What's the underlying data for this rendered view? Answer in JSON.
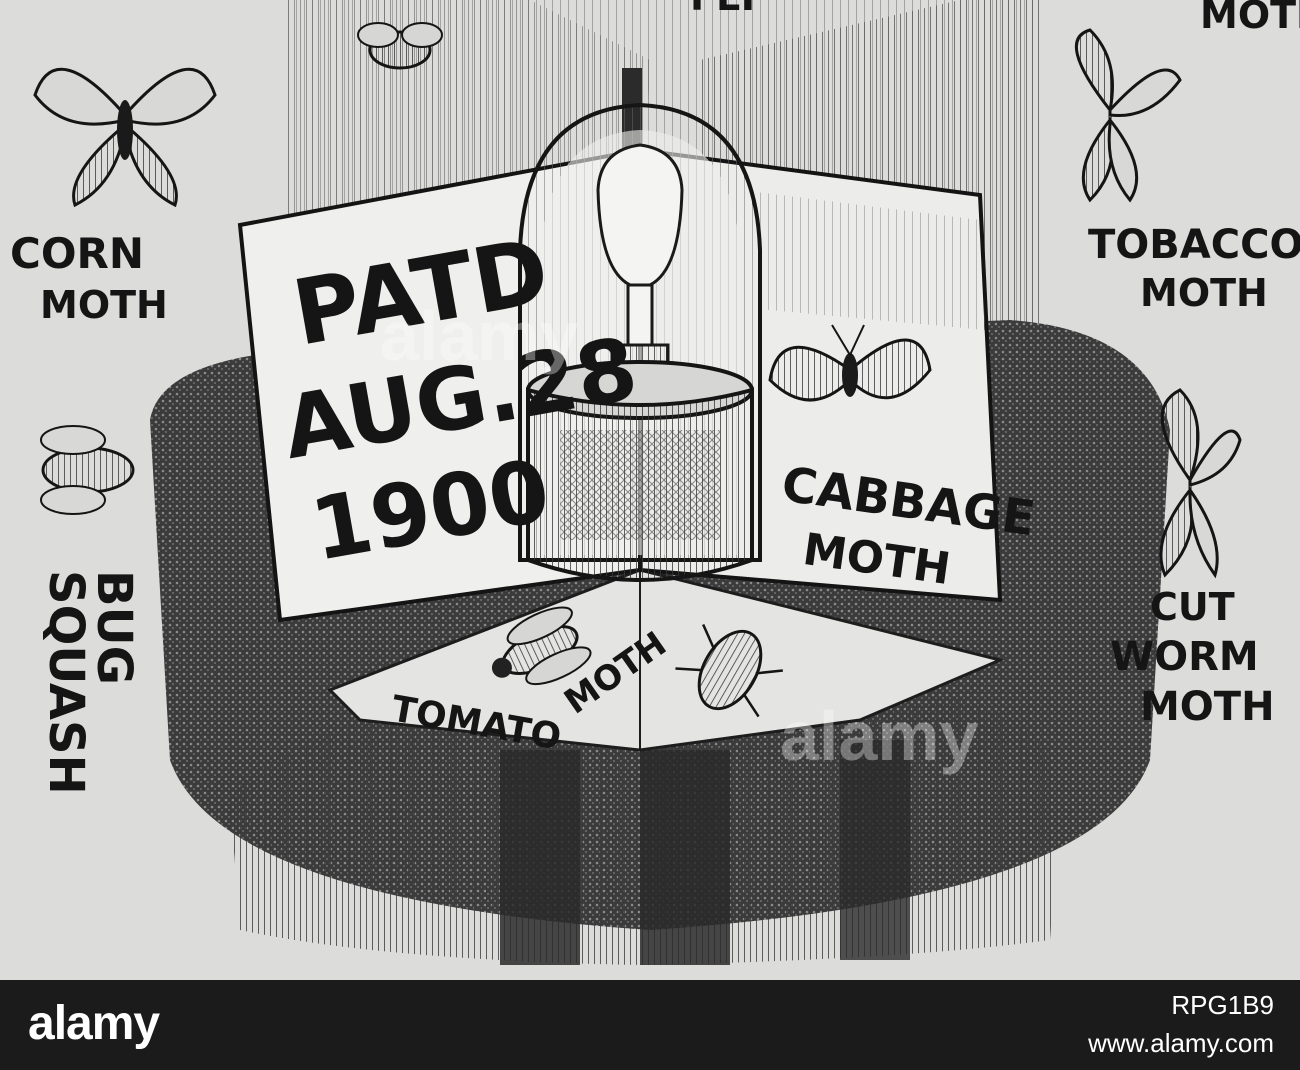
{
  "illustration": {
    "labels": {
      "fly": "FLY",
      "moth_top_right": "MOTH",
      "corn_line1": "CORN",
      "corn_line2": "MOTH",
      "tobacco_line1": "TOBACCO",
      "tobacco_line2": "MOTH",
      "patent_line1": "PATD",
      "patent_line2": "AUG.28",
      "patent_line3": "1900",
      "cabbage_line1": "CABBAGE",
      "cabbage_line2": "MOTH",
      "squash": "SQUASH",
      "bug": "BUG",
      "cutworm_line1": "CUT",
      "cutworm_line2": "WORM",
      "cutworm_line3": "MOTH",
      "tomato": "TOMATO",
      "tomato_moth": "MOTH"
    },
    "watermark": "alamy"
  },
  "footer": {
    "brand": "alamy",
    "image_id": "RPG1B9",
    "url": "www.alamy.com"
  },
  "colors": {
    "ink": "#151515",
    "paper": "#dcdcda",
    "footer_bg": "#1b1b1b"
  }
}
